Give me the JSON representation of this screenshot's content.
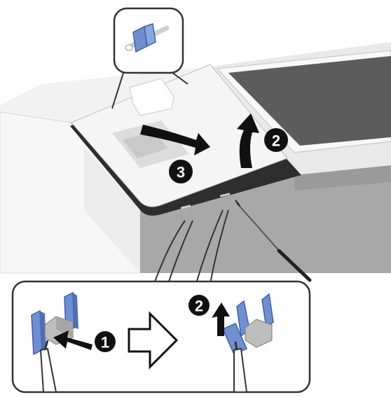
{
  "steps": {
    "step_1": "1",
    "step_2": "2",
    "step_2_detail": "2",
    "step_3": "3"
  },
  "icons": {
    "top_callout": "release-tab-icon",
    "right_arrow": "outlined-right-arrow-icon",
    "screwdriver": "screwdriver-icon",
    "blue_tab": "blue-latch-tab-icon"
  },
  "colors": {
    "tab_blue": "#6f8fd0",
    "tab_blue_dark": "#3f5fa8",
    "housing_light": "#f4f4f4",
    "housing_gray": "#a9a9a9",
    "panel_dark": "#3a3a3a",
    "screen": "#5a5a5a",
    "arrow": "#111111"
  }
}
